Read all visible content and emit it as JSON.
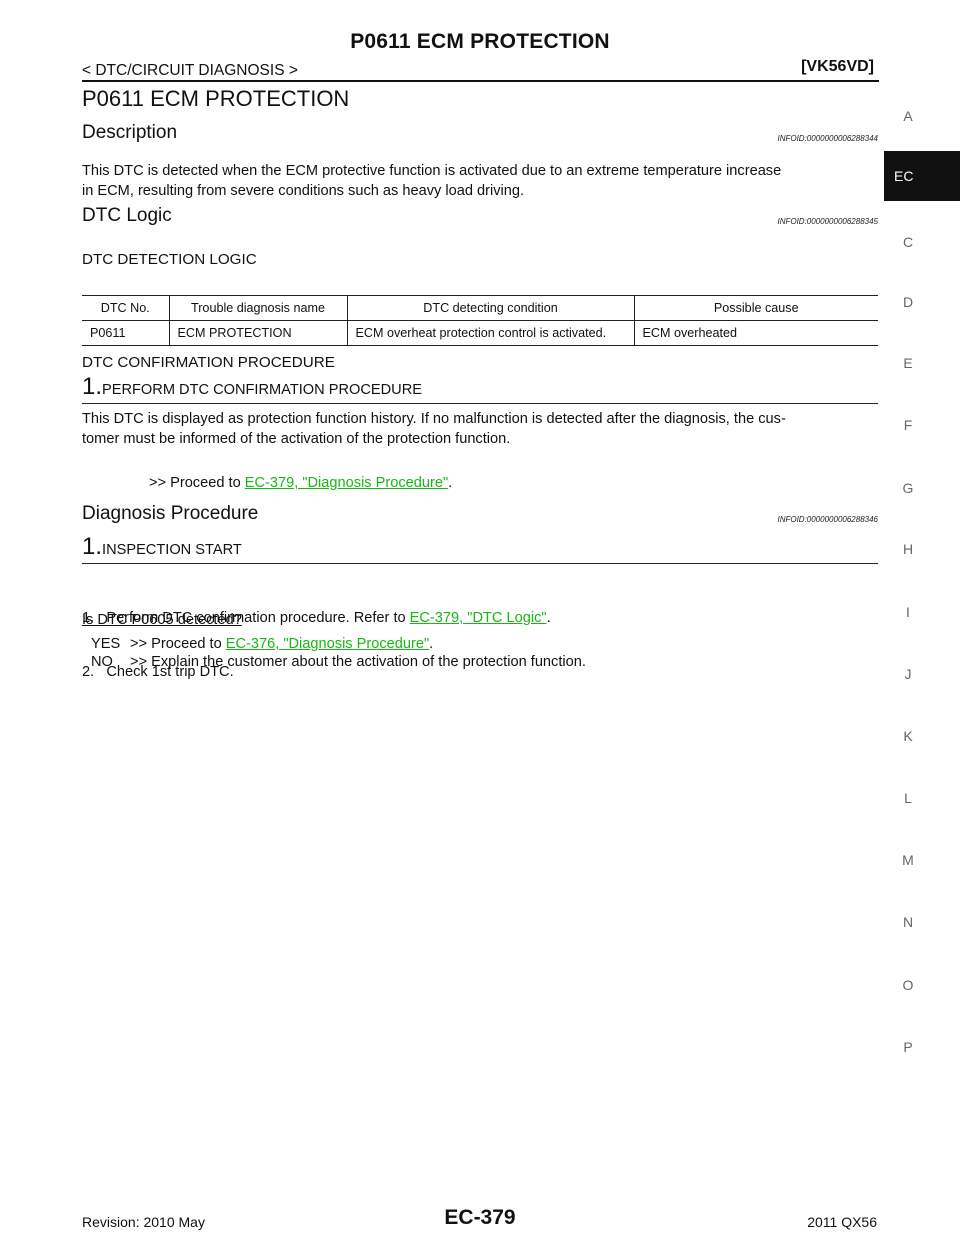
{
  "header": {
    "title": "P0611 ECM PROTECTION",
    "breadcrumb": "< DTC/CIRCUIT DIAGNOSIS >",
    "model": "[VK56VD]"
  },
  "page_title": "P0611 ECM PROTECTION",
  "sections": {
    "description": {
      "heading": "Description",
      "infoid": "INFOID:0000000006288344",
      "text_line1": "This DTC is detected when the ECM protective function is activated due to an extreme temperature increase",
      "text_line2": "in ECM, resulting from severe conditions such as heavy load driving."
    },
    "dtc_logic": {
      "heading": "DTC Logic",
      "infoid": "INFOID:0000000006288345",
      "detection_logic_label": "DTC DETECTION LOGIC",
      "table": {
        "headers": [
          "DTC No.",
          "Trouble diagnosis name",
          "DTC detecting condition",
          "Possible cause"
        ],
        "row": [
          "P0611",
          "ECM PROTECTION",
          "ECM overheat protection control is activated.",
          "ECM overheated"
        ]
      },
      "confirmation_label": "DTC CONFIRMATION PROCEDURE",
      "step_number": "1.",
      "step_title": "PERFORM DTC CONFIRMATION PROCEDURE",
      "step_text_line1": "This DTC is displayed as protection function history. If no malfunction is detected after the diagnosis, the cus-",
      "step_text_line2": "tomer must be informed of the activation of the protection function.",
      "proceed_prefix": ">> Proceed to ",
      "proceed_link": "EC-379, \"Diagnosis Procedure\"",
      "proceed_suffix": "."
    },
    "diagnosis_procedure": {
      "heading": "Diagnosis Procedure",
      "infoid": "INFOID:0000000006288346",
      "step_number": "1.",
      "step_title": "INSPECTION START",
      "item1_prefix": "1.   Perform DTC confirmation procedure. Refer to ",
      "item1_link": "EC-379, \"DTC Logic\"",
      "item1_suffix": ".",
      "item2": "2.   Check 1st trip DTC.",
      "question": "Is DTC P0605 detected?",
      "yes_key": "YES",
      "yes_prefix": ">> Proceed to ",
      "yes_link": "EC-376, \"Diagnosis Procedure\"",
      "yes_suffix": ".",
      "no_key": "NO",
      "no_text": ">> Explain the customer about the activation of the protection function."
    }
  },
  "sidebar": {
    "letters": [
      "A",
      "C",
      "D",
      "E",
      "F",
      "G",
      "H",
      "I",
      "J",
      "K",
      "L",
      "M",
      "N",
      "O",
      "P"
    ],
    "active_tab": "EC"
  },
  "footer": {
    "revision": "Revision: 2010 May",
    "page_number": "EC-379",
    "model_year": "2011 QX56"
  },
  "colors": {
    "link": "#17b816",
    "active_tab_bg": "#111111"
  }
}
